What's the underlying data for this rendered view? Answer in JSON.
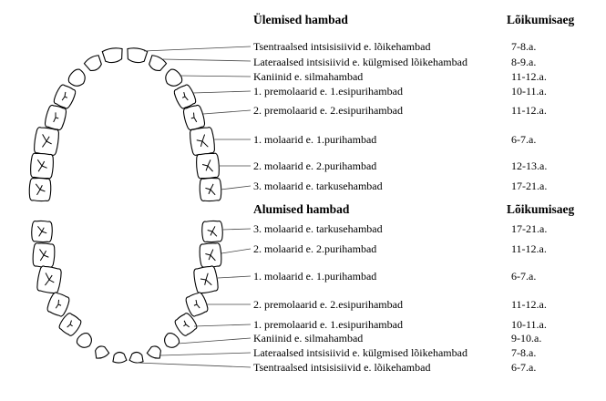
{
  "upper": {
    "heading": "Ülemised hambad",
    "age_heading": "Lõikumisaeg",
    "rows": [
      {
        "label": "Tsentraalsed  intsisisiivid  e. lõikehambad",
        "age": "7-8.a."
      },
      {
        "label": "Lateraalsed intsisiivid  e. külgmised lõikehambad",
        "age": "8-9.a."
      },
      {
        "label": "Kaniinid e. silmahambad",
        "age": "11-12.a."
      },
      {
        "label": "1. premolaarid  e. 1.esipurihambad",
        "age": "10-11.a."
      },
      {
        "label": "2. premolaarid  e. 2.esipurihambad",
        "age": "11-12.a."
      },
      {
        "label": "1. molaarid  e. 1.purihambad",
        "age": "6-7.a."
      },
      {
        "label": "2. molaarid  e. 2.purihambad",
        "age": "12-13.a."
      },
      {
        "label": "3. molaarid  e. tarkusehambad",
        "age": "17-21.a."
      }
    ]
  },
  "lower": {
    "heading": "Alumised hambad",
    "age_heading": "Lõikumisaeg",
    "rows": [
      {
        "label": "3. molaarid  e. tarkusehambad",
        "age": "17-21.a."
      },
      {
        "label": "2. molaarid  e. 2.purihambad",
        "age": "11-12.a."
      },
      {
        "label": "1. molaarid  e. 1.purihambad",
        "age": "6-7.a."
      },
      {
        "label": "2. premolaarid  e. 2.esipurihambad",
        "age": "11-12.a."
      },
      {
        "label": "1. premolaarid  e. 1.esipurihambad",
        "age": "10-11.a."
      },
      {
        "label": "Kaniinid e. silmahambad",
        "age": "9-10.a."
      },
      {
        "label": "Lateraalsed intsisiivid  e. külgmised lõikehambad",
        "age": "7-8.a."
      },
      {
        "label": "Tsentraalsed intsisisiivid  e. lõikehambad",
        "age": "6-7.a."
      }
    ]
  },
  "colors": {
    "stroke": "#000000",
    "leader": "#444444",
    "background": "#ffffff"
  }
}
